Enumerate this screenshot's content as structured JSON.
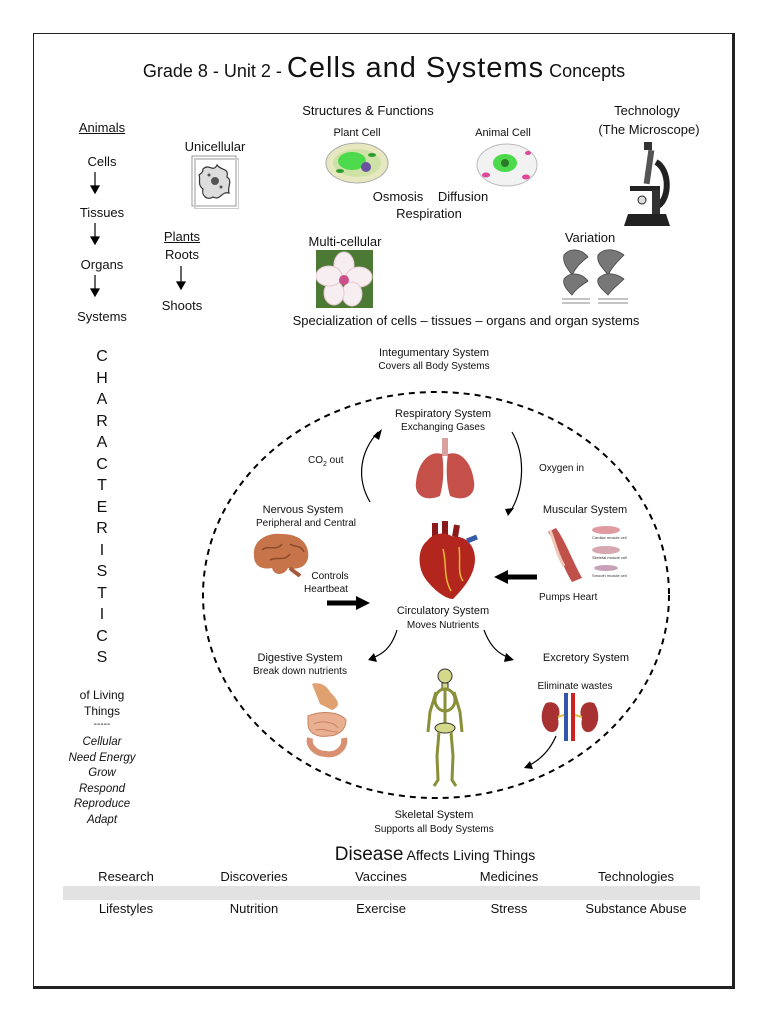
{
  "title": {
    "prefix": "Grade 8 - Unit 2 - ",
    "main": "Cells and Systems",
    "suffix": " Concepts"
  },
  "left": {
    "heading": "Animals",
    "levels": [
      "Cells",
      "Tissues",
      "Organs",
      "Systems"
    ],
    "characteristics_letters": [
      "C",
      "H",
      "A",
      "R",
      "A",
      "C",
      "T",
      "E",
      "R",
      "I",
      "S",
      "T",
      "I",
      "C",
      "S"
    ],
    "of_living": "of Living",
    "things": "Things",
    "separator": "-----",
    "traits": [
      "Cellular",
      "Need Energy",
      "Grow",
      "Respond",
      "Reproduce",
      "Adapt"
    ]
  },
  "unicellular": "Unicellular",
  "plants": {
    "heading": "Plants",
    "roots": "Roots",
    "shoots": "Shoots"
  },
  "structures": {
    "heading": "Structures & Functions",
    "plant_cell": "Plant Cell",
    "animal_cell": "Animal Cell",
    "osmosis": "Osmosis",
    "diffusion": "Diffusion",
    "respiration": "Respiration"
  },
  "technology": {
    "line1": "Technology",
    "line2": "(The Microscope)"
  },
  "multicellular": "Multi-cellular",
  "variation": "Variation",
  "specialization": "Specialization of cells – tissues – organs and organ systems",
  "systems": {
    "integumentary": {
      "name": "Integumentary System",
      "desc": "Covers all Body Systems"
    },
    "respiratory": {
      "name": "Respiratory System",
      "desc": "Exchanging Gases"
    },
    "co2_prefix": "CO",
    "co2_sub": "2",
    "co2_suffix": " out",
    "oxygen_in": "Oxygen in",
    "nervous": {
      "name": "Nervous System",
      "desc": "Peripheral and Central"
    },
    "muscular": {
      "name": "Muscular System"
    },
    "muscle_labels": [
      "Cardiac muscle cell",
      "Skeletal muscle cell",
      "Smooth muscle cell"
    ],
    "controls": "Controls",
    "heartbeat": "Heartbeat",
    "pumps_heart": "Pumps Heart",
    "circulatory": {
      "name": "Circulatory System",
      "desc": "Moves Nutrients"
    },
    "digestive": {
      "name": "Digestive System",
      "desc": "Break down nutrients"
    },
    "excretory": {
      "name": "Excretory System",
      "desc": "Eliminate wastes"
    },
    "skeletal": {
      "name": "Skeletal System",
      "desc": "Supports all Body Systems"
    }
  },
  "disease": {
    "big": "Disease",
    "rest": " Affects Living Things"
  },
  "row1": [
    "Research",
    "Discoveries",
    "Vaccines",
    "Medicines",
    "Technologies"
  ],
  "row2": [
    "Lifestyles",
    "Nutrition",
    "Exercise",
    "Stress",
    "Substance Abuse"
  ],
  "colors": {
    "heart": "#b3261e",
    "lungs": "#c5504a",
    "brain": "#c8744a",
    "kidney": "#a83232",
    "cell_green": "#4cd94c",
    "flower_bg": "#4c7a35",
    "gray_band": "#e2e2e2"
  }
}
